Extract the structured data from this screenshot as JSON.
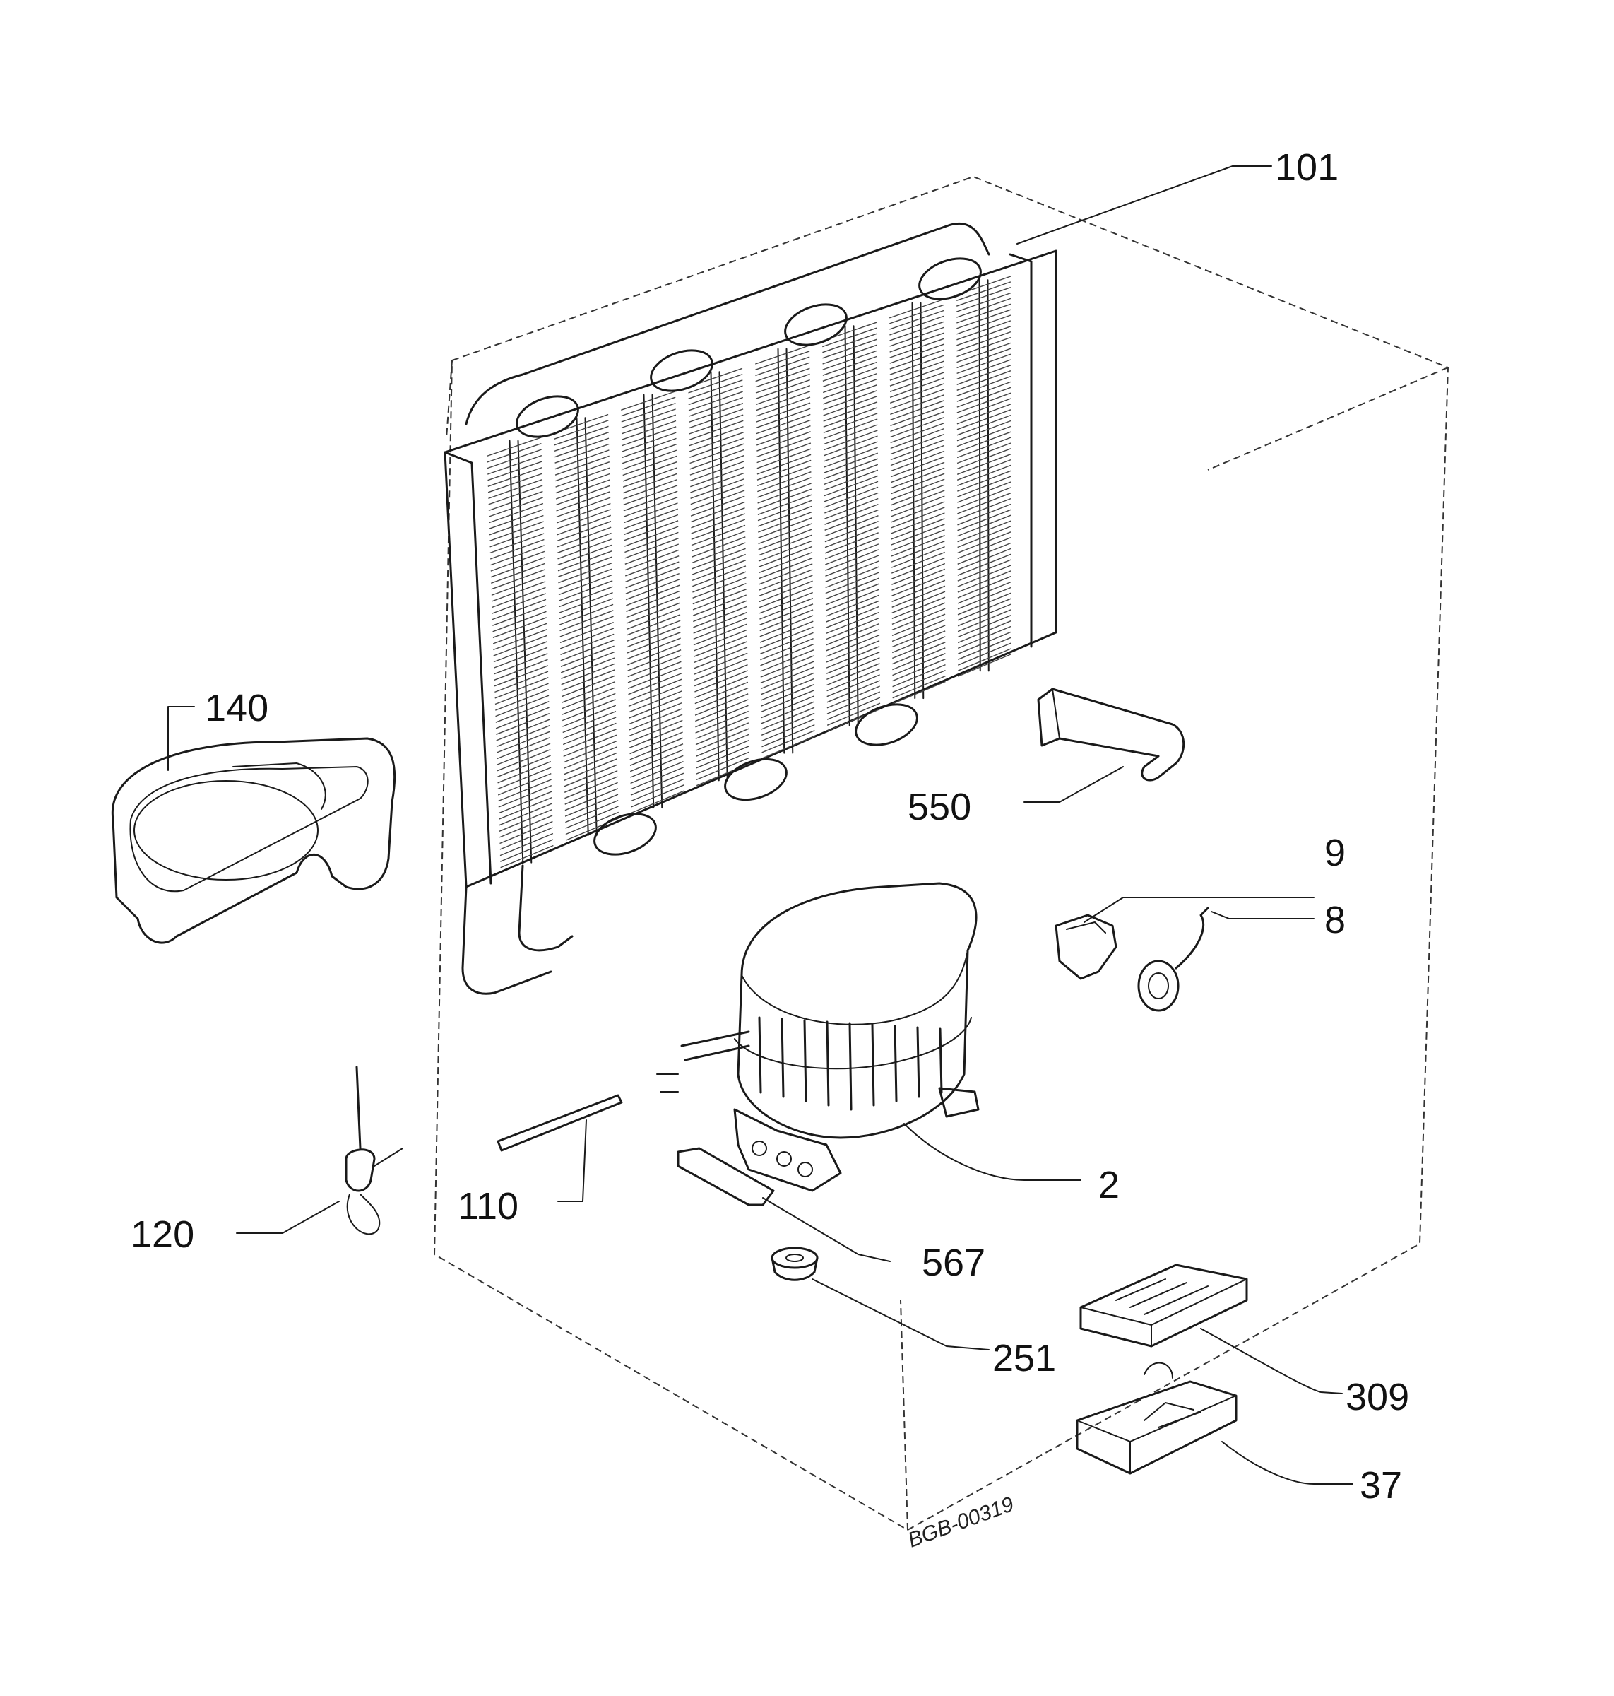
{
  "diagram": {
    "part_labels": [
      {
        "id": "p101",
        "text": "101"
      },
      {
        "id": "p140",
        "text": "140"
      },
      {
        "id": "p550",
        "text": "550"
      },
      {
        "id": "p9",
        "text": "9"
      },
      {
        "id": "p8",
        "text": "8"
      },
      {
        "id": "p2",
        "text": "2"
      },
      {
        "id": "p110",
        "text": "110"
      },
      {
        "id": "p120",
        "text": "120"
      },
      {
        "id": "p567",
        "text": "567"
      },
      {
        "id": "p251",
        "text": "251"
      },
      {
        "id": "p309",
        "text": "309"
      },
      {
        "id": "p37",
        "text": "37"
      }
    ],
    "drawing_code": "BGB-00319"
  }
}
